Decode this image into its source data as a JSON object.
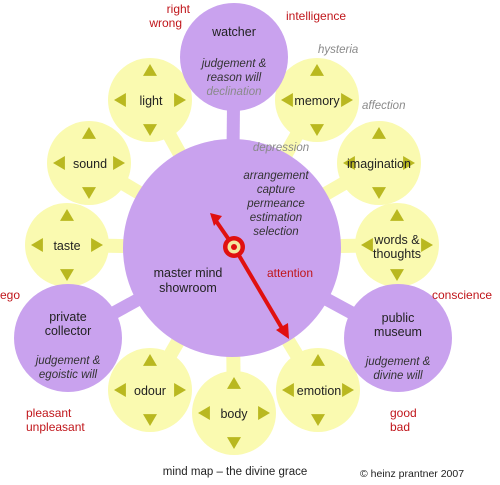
{
  "center": {
    "title_line1": "master mind",
    "title_line2": "showroom",
    "functions": [
      "arrangement",
      "capture",
      "permeance",
      "estimation",
      "selection"
    ],
    "attention_label": "attention",
    "depression_label": "depression"
  },
  "nodes": {
    "watcher": {
      "title": "watcher",
      "line1": "judgement &",
      "line2": "reason will",
      "extra": "declination"
    },
    "private_collector": {
      "title1": "private",
      "title2": "collector",
      "line1": "judgement &",
      "line2": "egoistic will"
    },
    "public_museum": {
      "title1": "public",
      "title2": "museum",
      "line1": "judgement &",
      "line2": "divine will"
    },
    "light": "light",
    "sound": "sound",
    "taste": "taste",
    "odour": "odour",
    "body": "body",
    "emotion": "emotion",
    "memory": "memory",
    "imagination": "imagination",
    "words_1": "words &",
    "words_2": "thoughts"
  },
  "annotations": {
    "right": "right",
    "wrong": "wrong",
    "intelligence": "intelligence",
    "hysteria": "hysteria",
    "affection": "affection",
    "ego": "ego",
    "conscience": "conscience",
    "pleasant": "pleasant",
    "unpleasant": "unpleasant",
    "good": "good",
    "bad": "bad"
  },
  "caption": "mind map – the divine grace",
  "credit": "© heinz prantner 2007",
  "colors": {
    "purple": "#c9a2ee",
    "yellow": "#fafab0",
    "olive": "#b9b820",
    "red": "#c0161b",
    "needle": "#e01010"
  }
}
